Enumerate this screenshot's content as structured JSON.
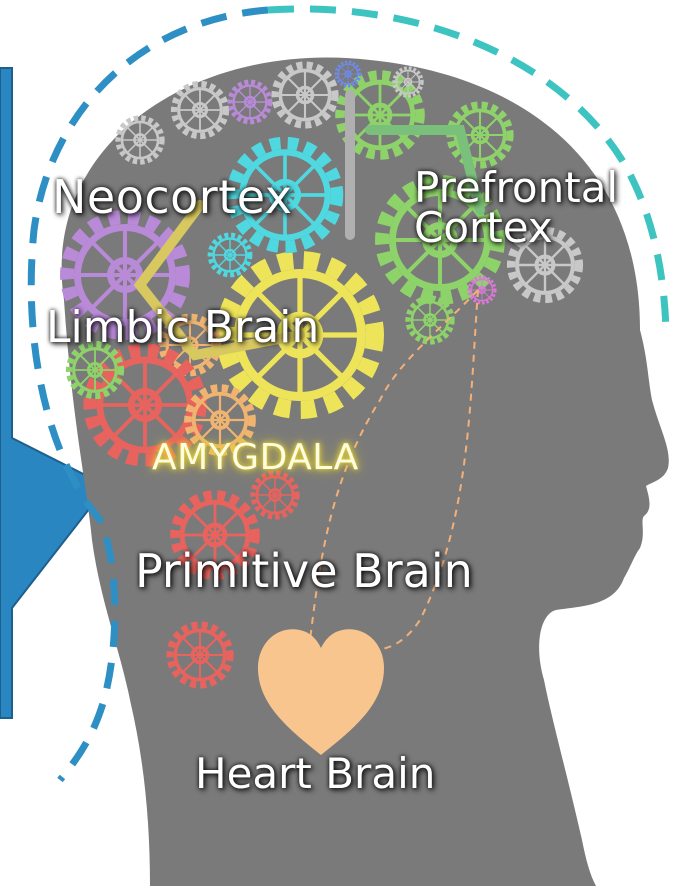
{
  "labels": {
    "neocortex": "Neocortex",
    "prefrontal_line1": "Prefrontal",
    "prefrontal_line2": "Cortex",
    "limbic": "Limbic Brain",
    "amygdala": "AMYGDALA",
    "primitive": "Primitive Brain",
    "heart": "Heart Brain"
  },
  "colors": {
    "head": "#7a7a7a",
    "arrow": "#2a86c0",
    "dashed_arc_left": "#2e8fc4",
    "dashed_arc_right": "#3ec4c0",
    "heart": "#f8c58f",
    "gear_yellow": "#eee45a",
    "gear_green": "#8ed36a",
    "gear_cyan": "#4fd8e0",
    "gear_purple": "#b98ad8",
    "gear_red": "#e8635e",
    "gear_grey": "#c8c8c8"
  }
}
